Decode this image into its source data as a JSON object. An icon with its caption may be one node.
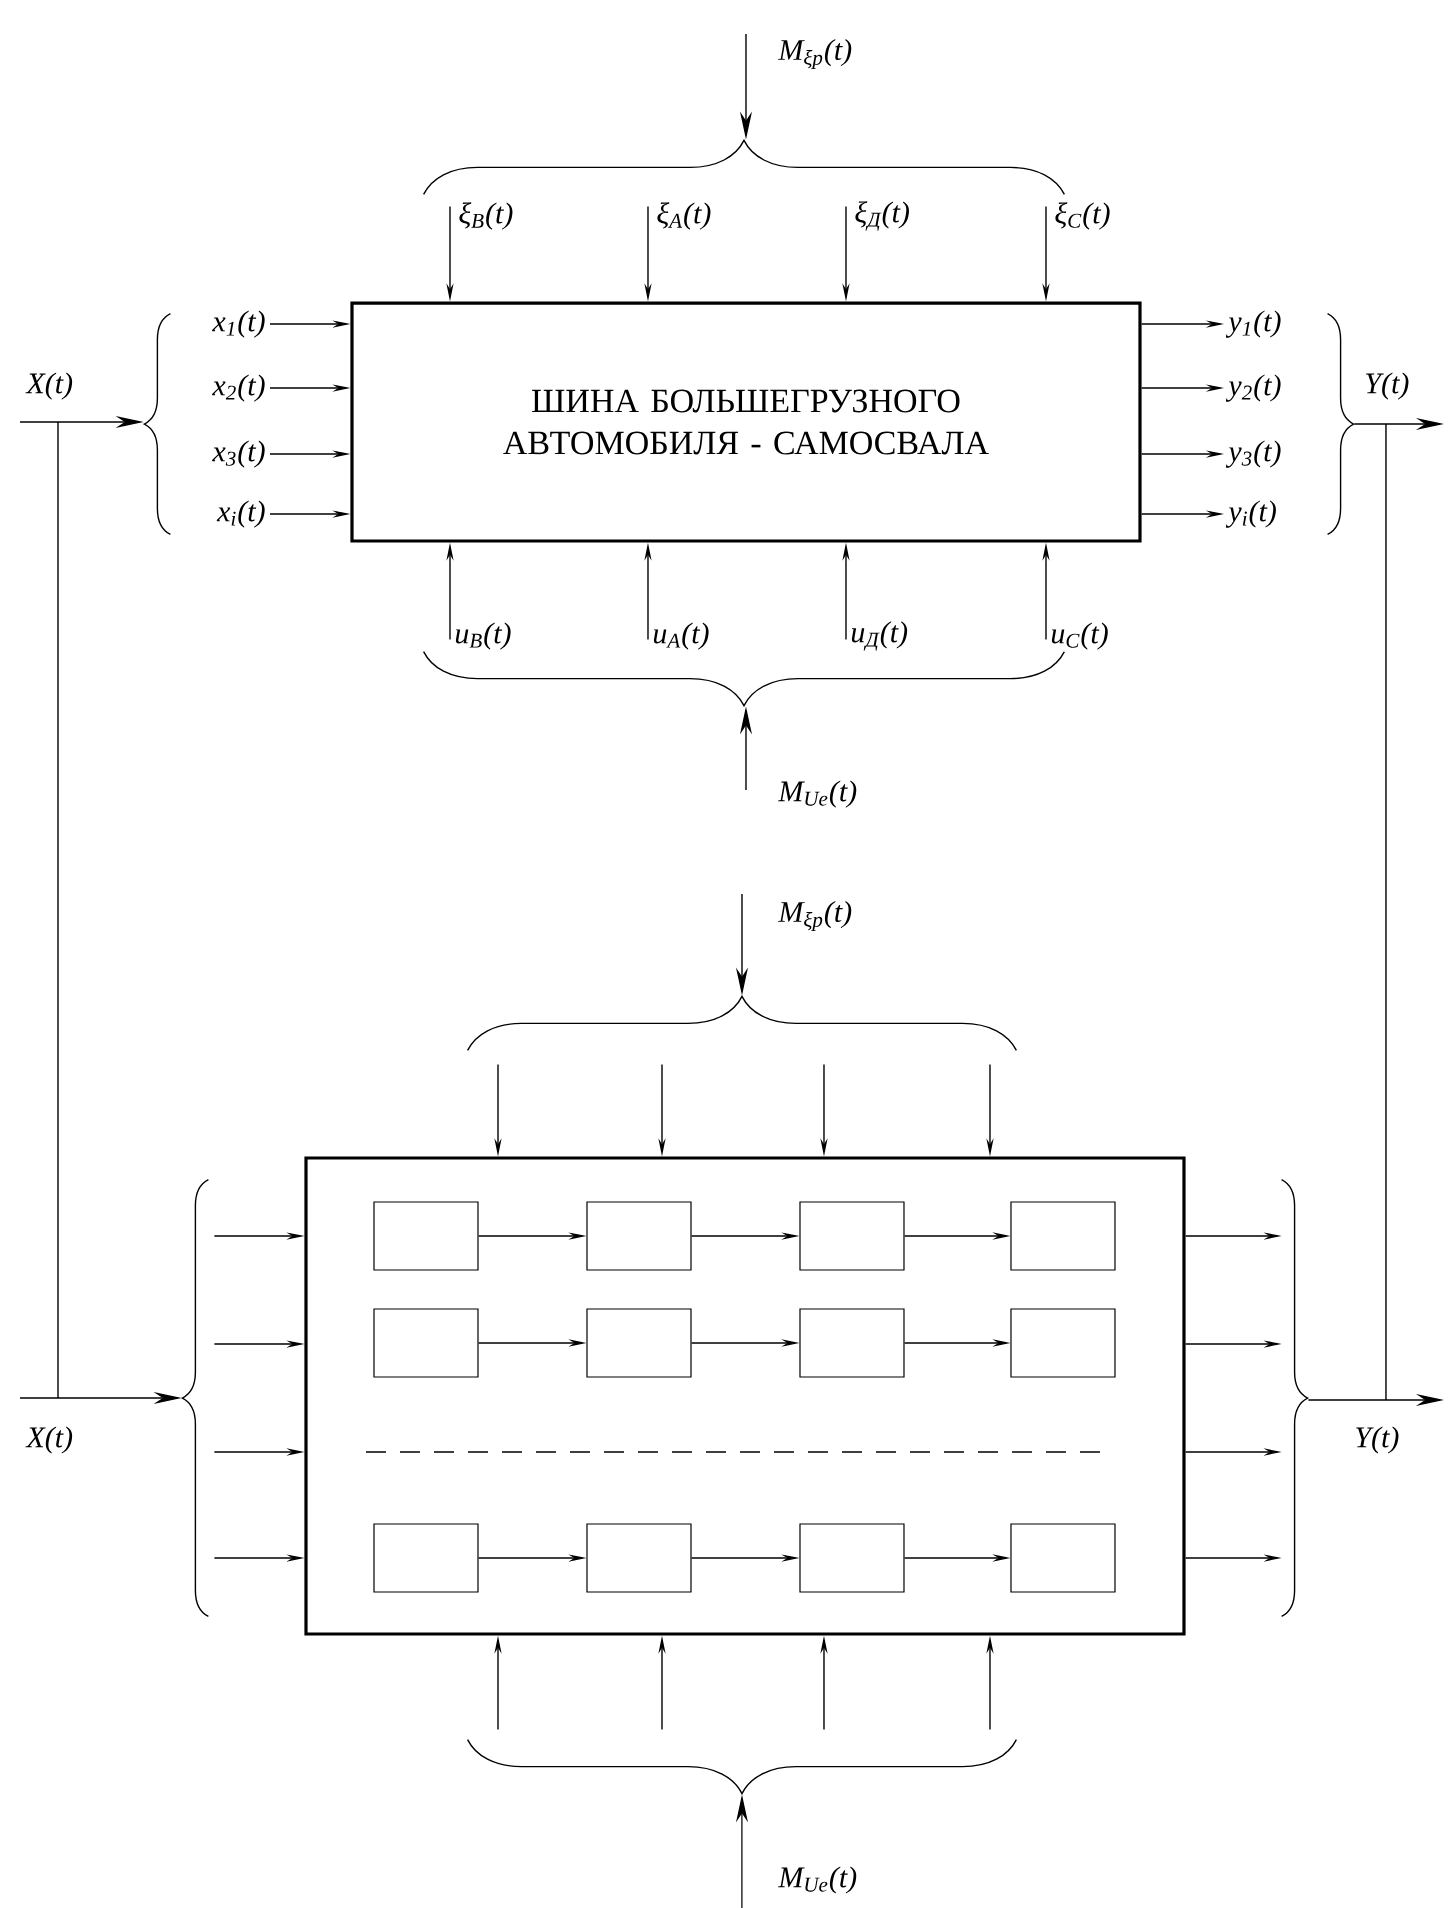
{
  "diagram": {
    "nodes": [
      {
        "text": [
          "ШИНА БОЛЬШЕГРУЗНОГО АВТОМОБИЛЯ - САМОСВАЛА"
        ]
      },
      {
        "text": [],
        "shape": "box"
      },
      {
        "text": [],
        "shape": "box",
        "in": 1
      },
      {
        "text": [],
        "shape": "box",
        "in": 1
      },
      {
        "text": [],
        "shape": "box",
        "in": 1
      },
      {
        "text": [],
        "shape": "box",
        "in": 1
      },
      {
        "text": [],
        "shape": "box",
        "in": 1
      },
      {
        "text": [],
        "shape": "box",
        "in": 1
      },
      {
        "text": [],
        "shape": "box",
        "in": 1
      },
      {
        "text": [],
        "shape": "box",
        "in": 1
      },
      {
        "text": [],
        "shape": "box",
        "in": 1
      },
      {
        "text": [],
        "shape": "box",
        "in": 1
      },
      {
        "text": [],
        "shape": "box",
        "in": 1
      },
      {
        "text": [],
        "shape": "box",
        "in": 1
      },
      {
        "text": [],
        "shape": "brace"
      },
      {
        "text": [],
        "shape": "brace"
      },
      {
        "text": [],
        "shape": "brace"
      },
      {
        "text": [],
        "shape": "brace"
      },
      {
        "text": [],
        "shape": "brace"
      },
      {
        "text": [],
        "shape": "brace"
      },
      {
        "text": [],
        "shape": "brace"
      },
      {
        "text": [],
        "shape": "brace"
      }
    ],
    "edges": [
      {
        "from": null,
        "to": 0,
        "arrow": "to",
        "label": "x$_{1}$(t)"
      },
      {
        "from": null,
        "to": 0,
        "arrow": "to",
        "label": "x$_{2}$(t)"
      },
      {
        "from": null,
        "to": 0,
        "arrow": "to",
        "label": "x$_{3}$(t)"
      },
      {
        "from": null,
        "to": 0,
        "arrow": "to",
        "label": "x$_{i}$(t)"
      },
      {
        "from": 0,
        "to": null,
        "arrow": "to",
        "label": "y$_{1}$(t)"
      },
      {
        "from": 0,
        "to": null,
        "arrow": "to",
        "label": "y$_{2}$(t)"
      },
      {
        "from": 0,
        "to": null,
        "arrow": "to",
        "label": "y$_{3}$(t)"
      },
      {
        "from": 0,
        "to": null,
        "arrow": "to",
        "label": "y$_{i}$(t)"
      },
      {
        "from": 14,
        "to": 0,
        "arrow": "to",
        "label": "ξ$_{В}$(t)"
      },
      {
        "from": 14,
        "to": 0,
        "arrow": "to",
        "label": "ξ$_{А}$(t)"
      },
      {
        "from": 14,
        "to": 0,
        "arrow": "to",
        "label": "ξ$_{Д}$(t)"
      },
      {
        "from": 14,
        "to": 0,
        "arrow": "to",
        "label": "ξ$_{С}$(t)"
      },
      {
        "from": 17,
        "to": 0,
        "arrow": "to",
        "label": "u$_{В}$(t)"
      },
      {
        "from": 17,
        "to": 0,
        "arrow": "to",
        "label": "u$_{А}$(t)"
      },
      {
        "from": 17,
        "to": 0,
        "arrow": "to",
        "label": "u$_{Д}$(t)"
      },
      {
        "from": 17,
        "to": 0,
        "arrow": "to",
        "label": "u$_{С}$(t)"
      },
      {
        "from": 2,
        "to": 3,
        "arrow": "to"
      },
      {
        "from": 3,
        "to": 4,
        "arrow": "to"
      },
      {
        "from": 4,
        "to": 5,
        "arrow": "to"
      },
      {
        "from": 6,
        "to": 7,
        "arrow": "to"
      },
      {
        "from": 7,
        "to": 8,
        "arrow": "to"
      },
      {
        "from": 8,
        "to": 9,
        "arrow": "to"
      },
      {
        "from": 10,
        "to": 11,
        "arrow": "to"
      },
      {
        "from": 11,
        "to": 12,
        "arrow": "to"
      },
      {
        "from": 12,
        "to": 13,
        "arrow": "to"
      },
      {
        "from": 19,
        "to": 1,
        "arrow": "to"
      },
      {
        "from": 19,
        "to": 1,
        "arrow": "to"
      },
      {
        "from": 19,
        "to": 1,
        "arrow": "to"
      },
      {
        "from": 19,
        "to": 1,
        "arrow": "to"
      },
      {
        "from": 1,
        "to": 20,
        "arrow": "to"
      },
      {
        "from": 1,
        "to": 20,
        "arrow": "to"
      },
      {
        "from": 1,
        "to": 20,
        "arrow": "to"
      },
      {
        "from": 1,
        "to": 20,
        "arrow": "to"
      },
      {
        "from": 18,
        "to": 1,
        "arrow": "to"
      },
      {
        "from": 18,
        "to": 1,
        "arrow": "to"
      },
      {
        "from": 18,
        "to": 1,
        "arrow": "to"
      },
      {
        "from": 18,
        "to": 1,
        "arrow": "to"
      },
      {
        "from": 21,
        "to": 1,
        "arrow": "to"
      },
      {
        "from": 21,
        "to": 1,
        "arrow": "to"
      },
      {
        "from": 21,
        "to": 1,
        "arrow": "to"
      },
      {
        "from": 21,
        "to": 1,
        "arrow": "to"
      },
      {
        "from": null,
        "to": 14,
        "arrow": "to",
        "label": "M$_{ξp}$(t)"
      },
      {
        "from": null,
        "to": 15,
        "arrow": "to",
        "label": "X(t)"
      },
      {
        "from": 16,
        "to": null,
        "arrow": "to",
        "label": "Y(t)"
      },
      {
        "from": null,
        "to": 17,
        "arrow": "to",
        "label": "M$_{Ue}$(t)"
      },
      {
        "from": null,
        "to": 18,
        "arrow": "to",
        "label": "M$_{ξp}$(t)"
      },
      {
        "from": null,
        "to": 19,
        "arrow": "to",
        "label": "X(t)"
      },
      {
        "from": 20,
        "to": null,
        "arrow": "to",
        "label": "Y(t)"
      },
      {
        "from": null,
        "to": 21,
        "arrow": "to",
        "label": "M$_{Ue}$(t)"
      }
    ]
  }
}
